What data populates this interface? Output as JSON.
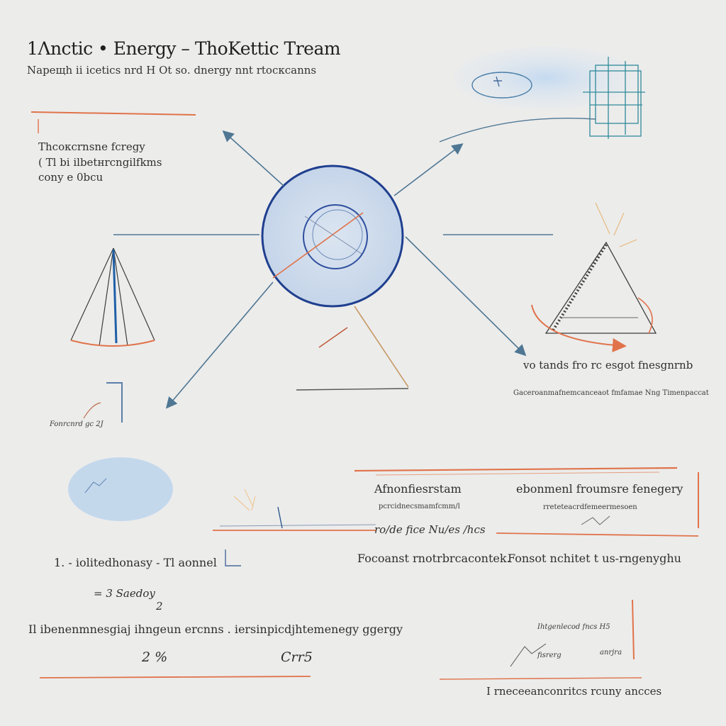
{
  "title": "1Λnctic • Energy – ThoKettic Tream",
  "subtitle": "Nарещh іі ісеtісs   nrd H Ot  sо. dnergy  nnt rtocкcanns",
  "top_left_note": {
    "line1": "Thcoкcrnsne fcregy",
    "line2": "( Tl  bi  ilbetнrcngilfkms",
    "line3": "cony  e  0bcu"
  },
  "left_small_label": "Fonrcnrd  gc  2J",
  "right_caption": {
    "line1": "vo tands  fro rc esgot  fnesgnrnb",
    "line2": "Gaceroanmafnemcanceaot fmfamae  Nng Timenpaccat"
  },
  "middle_right_panel": {
    "head_left": "Afnonfiesrstam",
    "head_right": "ebonmenl  froumsre fenegery",
    "sub_left": "pcrcidnecsmamfcmm/l",
    "sub_right": "rreteteacrdfemeermesoen",
    "note": "ro/de  fice  Nu/es  /hcs",
    "row_left": "Focoanst  rnotrbrcacontek.",
    "row_right": "Fonsot  nchitet  t  us-rngenyghu"
  },
  "bottom_left": {
    "item1": "1.  - iolitedhonasy  -   Tl aonnel",
    "eq": "=  3   Saedoy",
    "eq_sub": "2",
    "line": "Il ibenenmnesgiaj  ihngeun ercnns   .  iersinpicdjhtemenegy ggergy",
    "frac_left": "2   %",
    "frac_right": "Crr5"
  },
  "bottom_right": {
    "scribble1": "Ihtgenlecod  fncs  H5",
    "scribble2": "fisrerg",
    "scribble3": "anrjra",
    "footer": "I rneceeanconritcs rcuny ancces"
  },
  "colors": {
    "circle_stroke": "#1f3f8f",
    "circle_fill": "#c8d7ea",
    "arrow": "#4f7793",
    "accent_orange": "#e0734a",
    "light_blue_blob": "#c9dcef",
    "teal_sketch": "#2f8a9a"
  }
}
